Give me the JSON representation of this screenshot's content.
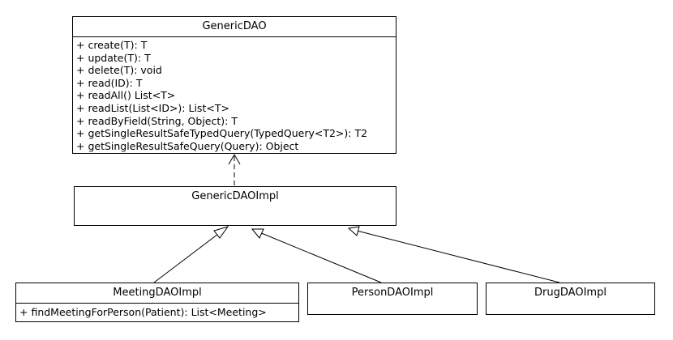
{
  "classes": {
    "generic_dao": {
      "name": "GenericDAO",
      "operations": [
        "+ create(T): T",
        "+ update(T): T",
        "+ delete(T): void",
        "+ read(ID): T",
        "+ readAll() List<T>",
        "+ readList(List<ID>): List<T>",
        "+ readByField(String, Object): T",
        "+ getSingleResultSafeTypedQuery(TypedQuery<T2>): T2",
        "+ getSingleResultSafeQuery(Query): Object"
      ]
    },
    "generic_dao_impl": {
      "name": "GenericDAOImpl"
    },
    "meeting_dao_impl": {
      "name": "MeetingDAOImpl",
      "operations": [
        "+ findMeetingForPerson(Patient): List<Meeting>"
      ]
    },
    "person_dao_impl": {
      "name": "PersonDAOImpl"
    },
    "drug_dao_impl": {
      "name": "DrugDAOImpl"
    }
  },
  "relationships": [
    {
      "from": "GenericDAOImpl",
      "to": "GenericDAO",
      "kind": "realization"
    },
    {
      "from": "MeetingDAOImpl",
      "to": "GenericDAOImpl",
      "kind": "generalization"
    },
    {
      "from": "PersonDAOImpl",
      "to": "GenericDAOImpl",
      "kind": "generalization"
    },
    {
      "from": "DrugDAOImpl",
      "to": "GenericDAOImpl",
      "kind": "generalization"
    }
  ]
}
